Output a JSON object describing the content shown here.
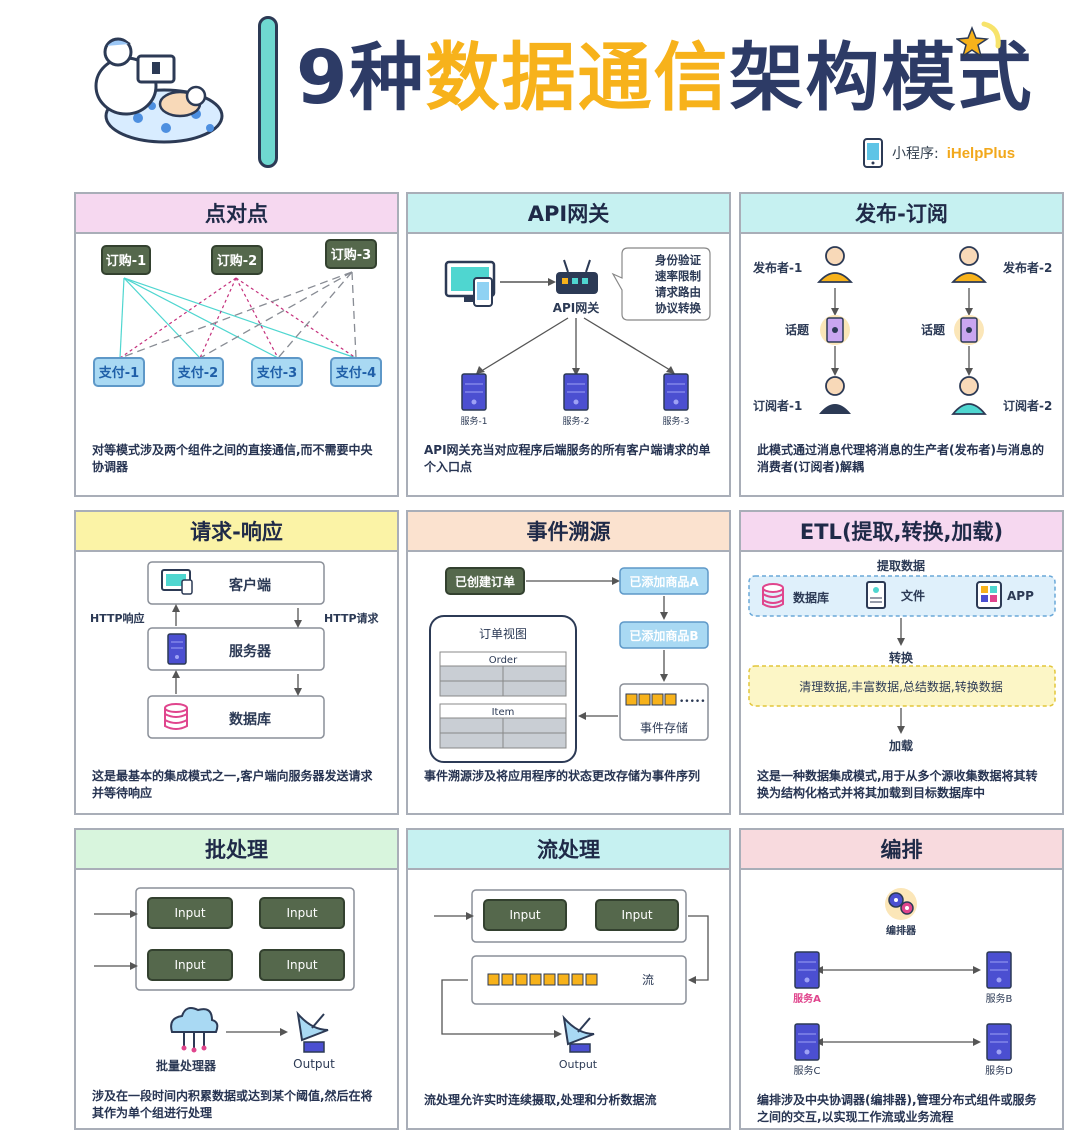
{
  "header": {
    "title_num": "9种",
    "title_highlight": "数据通信",
    "title_rest": "架构模式",
    "mini_label": "小程序:",
    "mini_brand": "iHelpPlus"
  },
  "colors": {
    "green_header": "#d8f5dd",
    "pink_header": "#f6d8f0",
    "cyan_header": "#c6f1f1",
    "yellow_header": "#fbf3a6",
    "peach_header": "#fbe2cf",
    "rose_header": "#f8dade",
    "dark_green_box": "#55684c",
    "blue_box": "#a9d9f3",
    "server_blue": "#4b4fd1",
    "accent_yellow": "#f7b21b"
  },
  "panels": {
    "p2p": {
      "title": "点对点",
      "orders": [
        "订购-1",
        "订购-2",
        "订购-3"
      ],
      "payments": [
        "支付-1",
        "支付-2",
        "支付-3",
        "支付-4"
      ],
      "desc": "对等模式涉及两个组件之间的直接通信,而不需要中央协调器"
    },
    "api": {
      "title": "API网关",
      "gateway_label": "API网关",
      "features": [
        "身份验证",
        "速率限制",
        "请求路由",
        "协议转换"
      ],
      "services": [
        "服务-1",
        "服务-2",
        "服务-3"
      ],
      "desc": "API网关充当对应程序后端服务的所有客户端请求的单个入口点"
    },
    "pubsub": {
      "title": "发布-订阅",
      "publishers": [
        "发布者-1",
        "发布者-2"
      ],
      "topics": [
        "话题",
        "话题"
      ],
      "subscribers": [
        "订阅者-1",
        "订阅者-2"
      ],
      "desc": "此模式通过消息代理将消息的生产者(发布者)与消息的消费者(订阅者)解耦"
    },
    "reqresp": {
      "title": "请求-响应",
      "client": "客户端",
      "server": "服务器",
      "database": "数据库",
      "http_response": "HTTP响应",
      "http_request": "HTTP请求",
      "desc": "这是最基本的集成模式之一,客户端向服务器发送请求并等待响应"
    },
    "eventsourcing": {
      "title": "事件溯源",
      "created": "已创建订单",
      "added_a": "已添加商品A",
      "added_b": "已添加商品B",
      "order_view": "订单视图",
      "order_table": "Order",
      "item_table": "Item",
      "event_store": "事件存储",
      "dots": "•••••",
      "desc": "事件溯源涉及将应用程序的状态更改存储为事件序列"
    },
    "etl": {
      "title": "ETL(提取,转换,加载)",
      "extract": "提取数据",
      "sources": [
        "数据库",
        "文件",
        "APP"
      ],
      "transform": "转换",
      "transform_desc": "清理数据,丰富数据,总结数据,转换数据",
      "load": "加载",
      "desc": "这是一种数据集成模式,用于从多个源收集数据将其转换为结构化格式并将其加载到目标数据库中"
    },
    "batch": {
      "title": "批处理",
      "inputs": [
        "Input",
        "Input",
        "Input",
        "Input"
      ],
      "processor": "批量处理器",
      "output": "Output",
      "desc": "涉及在一段时间内积累数据或达到某个阈值,然后在将其作为单个组进行处理"
    },
    "stream": {
      "title": "流处理",
      "inputs": [
        "Input",
        "Input"
      ],
      "stream_label": "流",
      "output": "Output",
      "desc": "流处理允许实时连续摄取,处理和分析数据流"
    },
    "orch": {
      "title": "编排",
      "orchestrator": "编排器",
      "services": [
        "服务A",
        "服务B",
        "服务C",
        "服务D"
      ],
      "desc": "编排涉及中央协调器(编排器),管理分布式组件或服务之间的交互,以实现工作流或业务流程"
    }
  }
}
